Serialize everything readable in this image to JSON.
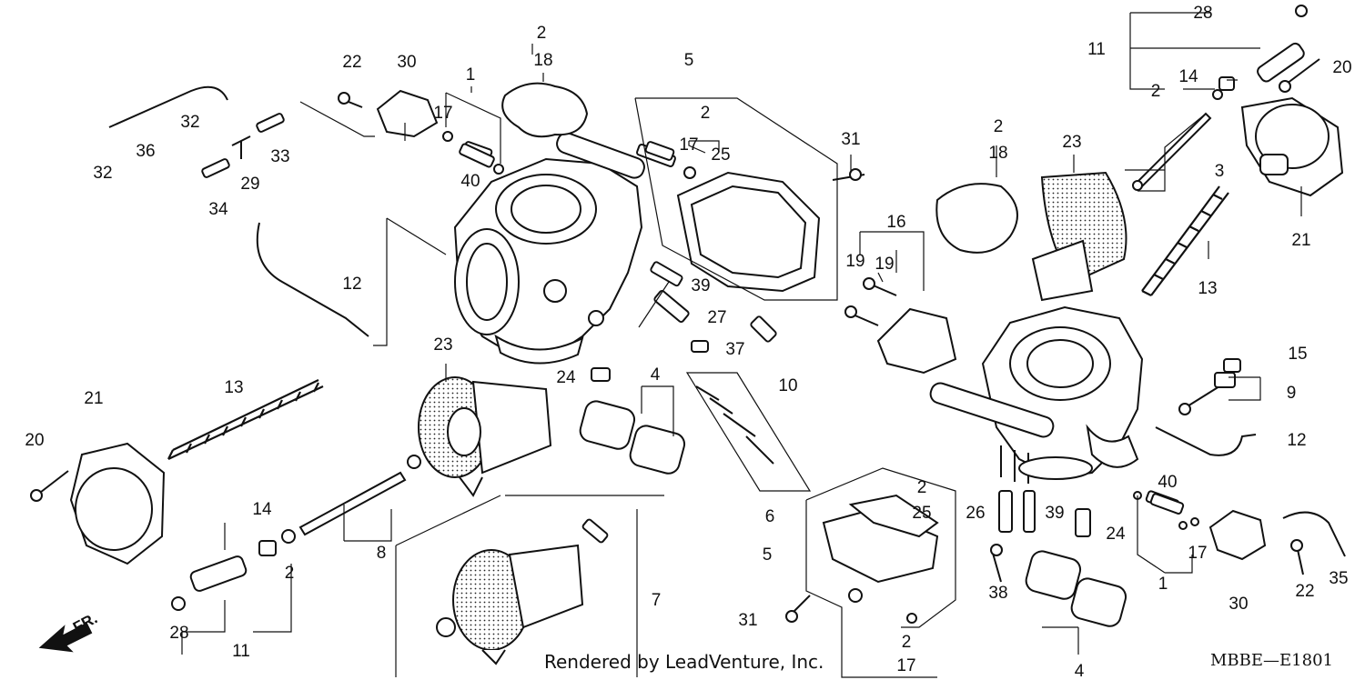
{
  "diagram": {
    "credit": "Rendered by LeadVenture, Inc.",
    "code": "MBBE—E1801",
    "direction_label": "FR.",
    "callouts": [
      {
        "id": "c28a",
        "text": "28"
      },
      {
        "id": "c11a",
        "text": "11"
      },
      {
        "id": "c14a",
        "text": "14"
      },
      {
        "id": "c20a",
        "text": "20"
      },
      {
        "id": "c2a",
        "text": "2"
      },
      {
        "id": "c3",
        "text": "3"
      },
      {
        "id": "c21a",
        "text": "21"
      },
      {
        "id": "c13a",
        "text": "13"
      },
      {
        "id": "c23a",
        "text": "23"
      },
      {
        "id": "c2b",
        "text": "2"
      },
      {
        "id": "c18a",
        "text": "18"
      },
      {
        "id": "c16",
        "text": "16"
      },
      {
        "id": "c19a",
        "text": "19"
      },
      {
        "id": "c19b",
        "text": "19"
      },
      {
        "id": "c31a",
        "text": "31"
      },
      {
        "id": "c5a",
        "text": "5"
      },
      {
        "id": "c2c",
        "text": "2"
      },
      {
        "id": "c17a",
        "text": "17"
      },
      {
        "id": "c25a",
        "text": "25"
      },
      {
        "id": "c39a",
        "text": "39"
      },
      {
        "id": "c27",
        "text": "27"
      },
      {
        "id": "c37",
        "text": "37"
      },
      {
        "id": "c10",
        "text": "10"
      },
      {
        "id": "c2d",
        "text": "2"
      },
      {
        "id": "c18b",
        "text": "18"
      },
      {
        "id": "c1a",
        "text": "1"
      },
      {
        "id": "c30a",
        "text": "30"
      },
      {
        "id": "c22a",
        "text": "22"
      },
      {
        "id": "c17b",
        "text": "17"
      },
      {
        "id": "c40a",
        "text": "40"
      },
      {
        "id": "c32a",
        "text": "32"
      },
      {
        "id": "c36",
        "text": "36"
      },
      {
        "id": "c32b",
        "text": "32"
      },
      {
        "id": "c33",
        "text": "33"
      },
      {
        "id": "c29",
        "text": "29"
      },
      {
        "id": "c34",
        "text": "34"
      },
      {
        "id": "c12a",
        "text": "12"
      },
      {
        "id": "c23b",
        "text": "23"
      },
      {
        "id": "c24a",
        "text": "24"
      },
      {
        "id": "c4a",
        "text": "4"
      },
      {
        "id": "c6",
        "text": "6"
      },
      {
        "id": "c21b",
        "text": "21"
      },
      {
        "id": "c13b",
        "text": "13"
      },
      {
        "id": "c20b",
        "text": "20"
      },
      {
        "id": "c14b",
        "text": "14"
      },
      {
        "id": "c2e",
        "text": "2"
      },
      {
        "id": "c8",
        "text": "8"
      },
      {
        "id": "c28b",
        "text": "28"
      },
      {
        "id": "c11b",
        "text": "11"
      },
      {
        "id": "c7",
        "text": "7"
      },
      {
        "id": "c31b",
        "text": "31"
      },
      {
        "id": "c5b",
        "text": "5"
      },
      {
        "id": "c2f",
        "text": "2"
      },
      {
        "id": "c25b",
        "text": "25"
      },
      {
        "id": "c2g",
        "text": "2"
      },
      {
        "id": "c17c",
        "text": "17"
      },
      {
        "id": "c15",
        "text": "15"
      },
      {
        "id": "c9",
        "text": "9"
      },
      {
        "id": "c12b",
        "text": "12"
      },
      {
        "id": "c40b",
        "text": "40"
      },
      {
        "id": "c26",
        "text": "26"
      },
      {
        "id": "c39b",
        "text": "39"
      },
      {
        "id": "c24b",
        "text": "24"
      },
      {
        "id": "c38",
        "text": "38"
      },
      {
        "id": "c17d",
        "text": "17"
      },
      {
        "id": "c1b",
        "text": "1"
      },
      {
        "id": "c30b",
        "text": "30"
      },
      {
        "id": "c22b",
        "text": "22"
      },
      {
        "id": "c35",
        "text": "35"
      },
      {
        "id": "c4b",
        "text": "4"
      }
    ]
  }
}
